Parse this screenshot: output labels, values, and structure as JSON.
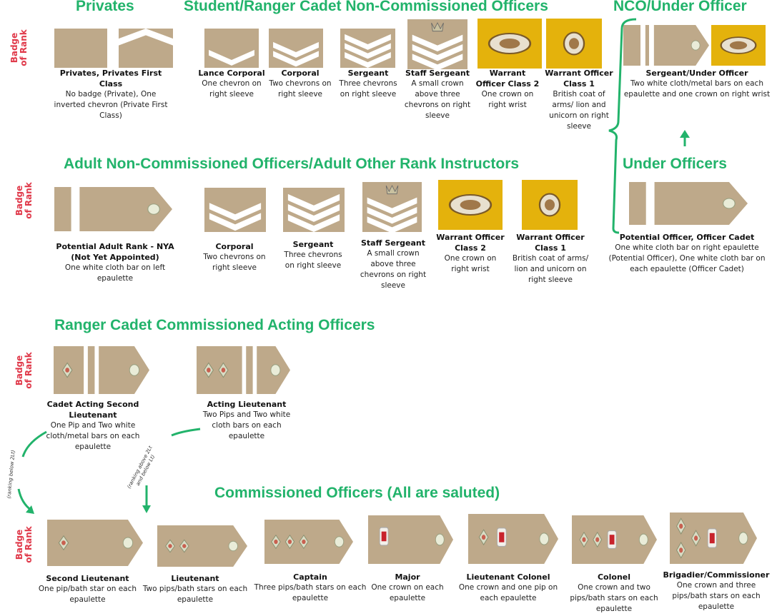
{
  "colors": {
    "heading": "#22b36b",
    "badge_label": "#e0394a",
    "tan": "#bea98a",
    "gold": "#e4b20c"
  },
  "badge_label": "Badge of Rank",
  "headings": {
    "privates": "Privates",
    "student_nco": "Student/Ranger Cadet Non-Commissioned  Officers",
    "nco_under": "NCO/Under Officer",
    "adult_nco": "Adult Non-Commissioned Officers/Adult Other Rank Instructors",
    "under_officers": "Under Officers",
    "acting": "Ranger Cadet Commissioned Acting Officers",
    "commissioned": "Commissioned  Officers (All are saluted)"
  },
  "row1": [
    {
      "name": "Privates, Privates First Class",
      "desc": "No badge (Private), One inverted chevron (Private First Class)"
    },
    {
      "name": "Lance Corporal",
      "desc": "One chevron on right sleeve"
    },
    {
      "name": "Corporal",
      "desc": "Two  chevrons on right sleeve"
    },
    {
      "name": "Sergeant",
      "desc": "Three chevrons on right sleeve"
    },
    {
      "name": "Staff Sergeant",
      "desc": "A small crown above three chevrons on right sleeve"
    },
    {
      "name": "Warrant Officer Class 2",
      "desc": "One crown on right wrist"
    },
    {
      "name": "Warrant Officer Class 1",
      "desc": "British coat of arms/ lion and unicorn on right sleeve"
    },
    {
      "name": "Sergeant/Under Officer",
      "desc": "Two white cloth/metal bars on each epaulette and one crown on right wrist"
    }
  ],
  "row2": [
    {
      "name": "Potential Adult Rank - NYA (Not Yet Appointed)",
      "desc": "One white cloth bar on left epaulette"
    },
    {
      "name": "Corporal",
      "desc": "Two  chevrons on right sleeve"
    },
    {
      "name": "Sergeant",
      "desc": "Three chevrons on right sleeve"
    },
    {
      "name": "Staff Sergeant",
      "desc": "A small crown above three chevrons on right sleeve"
    },
    {
      "name": "Warrant Officer Class 2",
      "desc": "One crown on right wrist"
    },
    {
      "name": "Warrant Officer Class 1",
      "desc": "British coat of arms/ lion and unicorn on right sleeve"
    },
    {
      "name": "Potential Officer, Officer Cadet",
      "desc": "One white cloth bar on right epaulette (Potential Officer), One white cloth bar on each epaulette (Officer Cadet)"
    }
  ],
  "row3": [
    {
      "name": "Cadet Acting Second Lieutenant",
      "desc": "One Pip and Two white cloth/metal bars on each epaulette"
    },
    {
      "name": "Acting Lieutenant",
      "desc": "Two Pips and Two white cloth bars on each epaulette"
    }
  ],
  "arrow_notes": {
    "left": "(ranking below 2Lt)",
    "right_1": "(ranking above 2Lt",
    "right_2": "and below Lt)"
  },
  "row4": [
    {
      "name": "Second Lieutenant",
      "desc": "One pip/bath star on each epaulette"
    },
    {
      "name": "Lieutenant",
      "desc": "Two pips/bath stars on each epaulette"
    },
    {
      "name": "Captain",
      "desc": "Three pips/bath stars on each epaulette"
    },
    {
      "name": "Major",
      "desc": "One crown on each epaulette"
    },
    {
      "name": "Lieutenant Colonel",
      "desc": "One crown and one pip on each epaulette"
    },
    {
      "name": "Colonel",
      "desc": "One crown and two pips/bath stars on each epaulette"
    },
    {
      "name": "Brigadier/Commissioner",
      "desc": "One crown and three pips/bath stars on each epaulette"
    }
  ]
}
